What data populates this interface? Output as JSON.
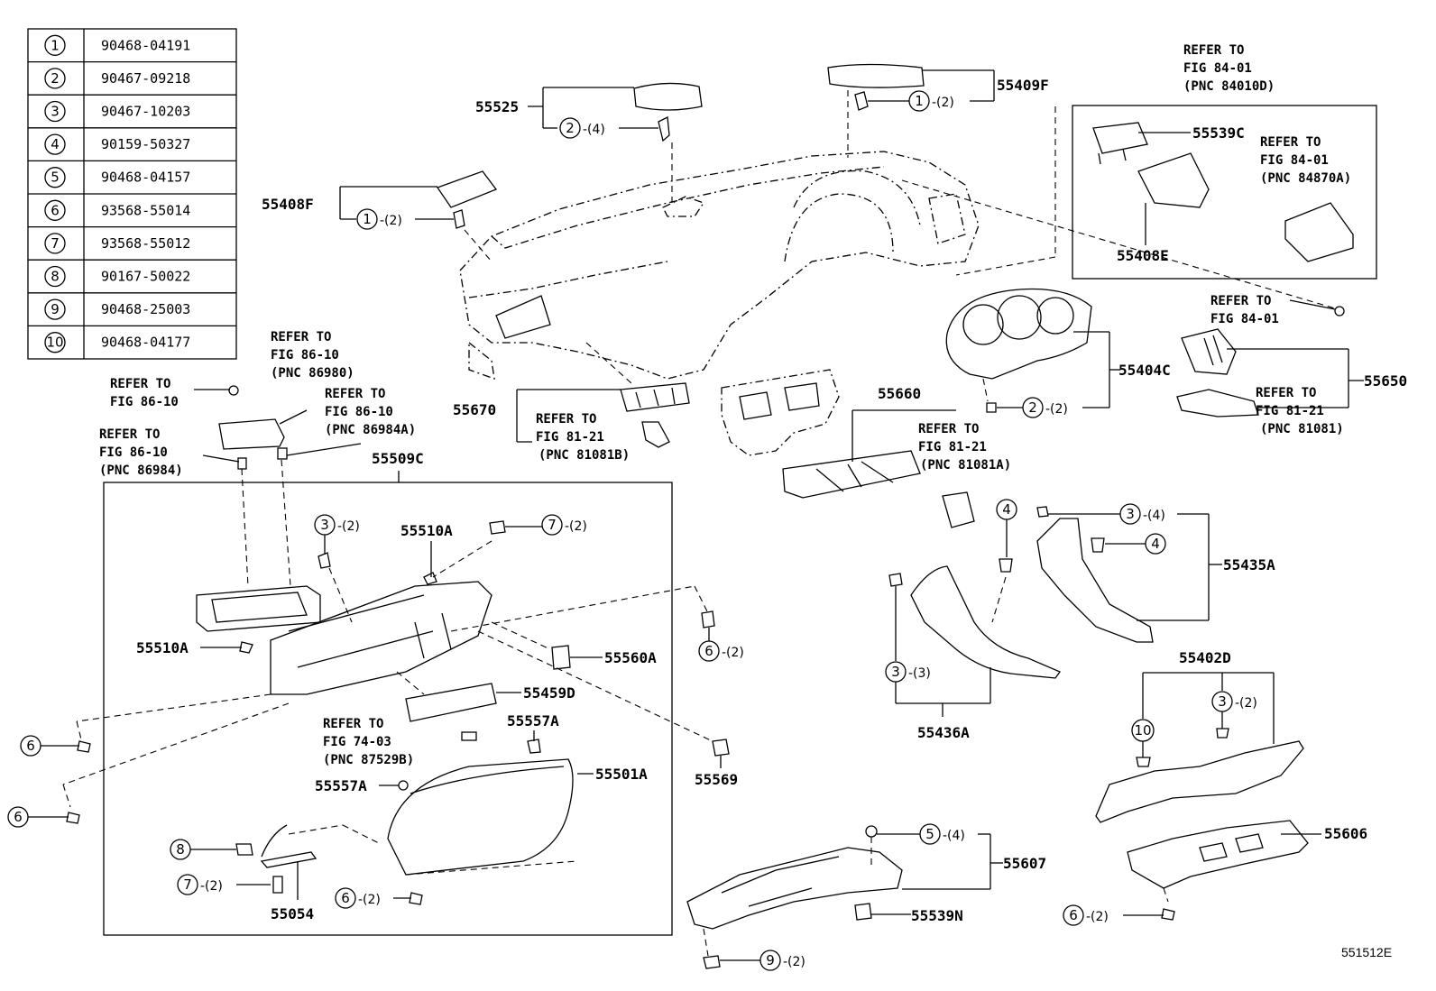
{
  "parts_table": [
    {
      "index": "1",
      "part_number": "90468-04191"
    },
    {
      "index": "2",
      "part_number": "90467-09218"
    },
    {
      "index": "3",
      "part_number": "90467-10203"
    },
    {
      "index": "4",
      "part_number": "90159-50327"
    },
    {
      "index": "5",
      "part_number": "90468-04157"
    },
    {
      "index": "6",
      "part_number": "93568-55014"
    },
    {
      "index": "7",
      "part_number": "93568-55012"
    },
    {
      "index": "8",
      "part_number": "90167-50022"
    },
    {
      "index": "9",
      "part_number": "90468-25003"
    },
    {
      "index": "10",
      "part_number": "90468-04177"
    }
  ],
  "labels": {
    "p55525": "55525",
    "p55409F": "55409F",
    "p55408F": "55408F",
    "p55539C": "55539C",
    "p55408E": "55408E",
    "p55404C": "55404C",
    "p55650": "55650",
    "p55660": "55660",
    "p55670": "55670",
    "p55509C": "55509C",
    "p55510A_top": "55510A",
    "p55510A_left": "55510A",
    "p55560A": "55560A",
    "p55459D": "55459D",
    "p55557A_right": "55557A",
    "p55557A_left": "55557A",
    "p55501A": "55501A",
    "p55569": "55569",
    "p55054": "55054",
    "p55435A": "55435A",
    "p55436A": "55436A",
    "p55402D": "55402D",
    "p55606": "55606",
    "p55607": "55607",
    "p55539N": "55539N"
  },
  "callouts": {
    "c525_n": "2",
    "c525_q": "-(4)",
    "c409_n": "1",
    "c409_q": "-(2)",
    "c408_n": "1",
    "c408_q": "-(2)",
    "c404_n": "2",
    "c404_q": "-(2)",
    "c3a_n": "3",
    "c3a_q": "-(2)",
    "c7a_n": "7",
    "c7a_q": "-(2)",
    "c6a_n": "6",
    "c6a_q": "-(2)",
    "c6b_n": "6",
    "c6c_n": "6",
    "c8_n": "8",
    "c7b_n": "7",
    "c7b_q": "-(2)",
    "c6d_n": "6",
    "c6d_q": "-(2)",
    "c4a_n": "4",
    "c3b_n": "3",
    "c3b_q": "-(4)",
    "c4b_n": "4",
    "c3c_n": "3",
    "c3c_q": "-(3)",
    "c10_n": "10",
    "c3d_n": "3",
    "c3d_q": "-(2)",
    "c5_n": "5",
    "c5_q": "-(4)",
    "c9_n": "9",
    "c9_q": "-(2)",
    "c6e_n": "6",
    "c6e_q": "-(2)"
  },
  "references": {
    "r84010D": [
      "REFER TO",
      "FIG 84-01",
      "(PNC 84010D)"
    ],
    "r84870A": [
      "REFER TO",
      "FIG 84-01",
      "(PNC 84870A)"
    ],
    "r8401": [
      "REFER TO",
      "FIG 84-01"
    ],
    "r81081": [
      "REFER TO",
      "FIG 81-21",
      "(PNC 81081)"
    ],
    "r81081A": [
      "REFER TO",
      "FIG 81-21",
      "(PNC 81081A)"
    ],
    "r81081B": [
      "REFER TO",
      "FIG 81-21",
      "(PNC 81081B)"
    ],
    "r86980": [
      "REFER TO",
      "FIG 86-10",
      "(PNC 86980)"
    ],
    "r8610": [
      "REFER TO",
      "FIG 86-10"
    ],
    "r86984A": [
      "REFER TO",
      "FIG 86-10",
      "(PNC 86984A)"
    ],
    "r86984": [
      "REFER TO",
      "FIG 86-10",
      "(PNC 86984)"
    ],
    "r87529B": [
      "REFER TO",
      "FIG 74-03",
      "(PNC 87529B)"
    ]
  },
  "figure_id": "551512E"
}
